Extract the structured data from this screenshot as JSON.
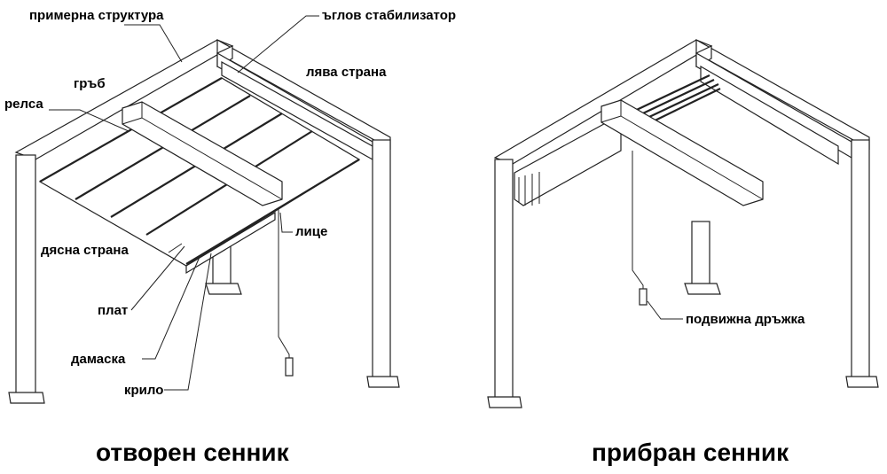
{
  "labels": {
    "example_structure": "примерна структура",
    "corner_stabilizer": "ъглов стабилизатор",
    "back": "гръб",
    "left_side": "лява страна",
    "rail": "релса",
    "front": "лице",
    "right_side": "дясна страна",
    "fabric": "плат",
    "valance": "дамаска",
    "wing": "крило",
    "movable_handle": "подвижна дръжка"
  },
  "captions": {
    "open": "отворен сенник",
    "closed": "прибран сенник"
  }
}
